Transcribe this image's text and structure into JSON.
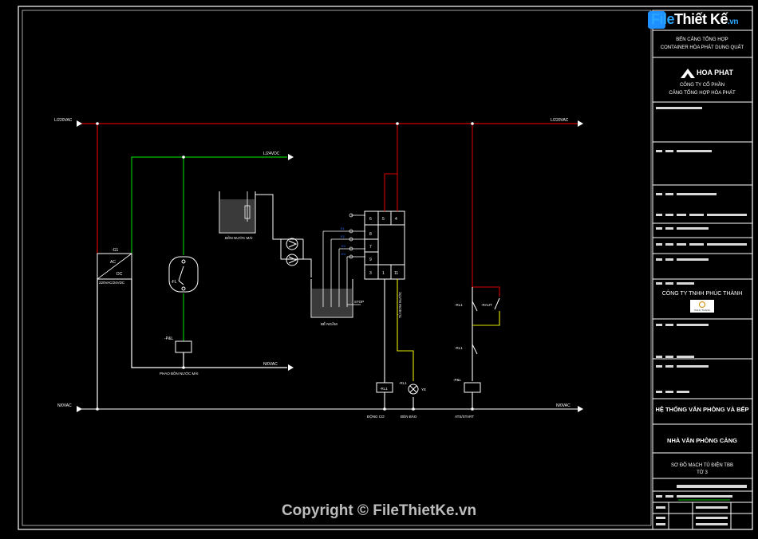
{
  "watermark": {
    "logo_main": "File",
    "logo_accent": "Thiết Kế",
    "logo_tld": ".vn",
    "copyright": "Copyright © FileThietKe.vn"
  },
  "title_block": {
    "project_line1": "BẾN CẢNG TỔNG HỢP",
    "project_line2": "CONTAINER HÒA PHÁT DUNG QUẤT",
    "brand": "HOA PHAT",
    "company_line1": "CÔNG TY CỔ PHẦN",
    "company_line2": "CẢNG TỔNG HỢP HÒA PHÁT",
    "contractor": "CÔNG TY TNHH PHÚC THÀNH",
    "contractor_logo": "PHUC THANH",
    "system": "HỆ THỐNG VĂN PHÒNG VÀ BẾP",
    "building": "NHÀ VĂN PHÒNG CẢNG",
    "drawing_line1": "SƠ ĐỒ MẠCH TỦ ĐIỆN TBB",
    "drawing_line2": "TỜ 3"
  },
  "schematic": {
    "left_bus_top": "L/220VAC",
    "right_bus_top": "L/220VAC",
    "dc_bus": "L/24VDC",
    "left_bus_bottom": "N/0VAC",
    "right_bus_bottom": "N/0VAC",
    "dc_return": "N/0VAC",
    "psu_tag": "-G1",
    "psu_rating": "220VAC/24VDC",
    "float_switch": "-FL",
    "relay_p": "-P&L",
    "tank1_label": "BỒN NƯỚC MÁI",
    "tank2_label": "BỂ NGẦM",
    "stop_label": "STOP",
    "controller_label": "TỦ BƠM NƯỚC",
    "bottom_label_1": "ĐỘNG CƠ",
    "bottom_label_2": "ĐÈN BÁO",
    "bottom_label_3": "ATS/START",
    "relay_k1": "-RL1",
    "relay_k2": "-RL1",
    "lamp": "YE",
    "pump_coil": "-RL1",
    "aux_relay": "-RL1",
    "aux_contact": "-RAUT",
    "coil_p": "-P&L",
    "float_caption": "PHAO BỒN NƯỚC MÁI"
  },
  "colors": {
    "phase": "#d40000",
    "dc": "#00c000",
    "neutral": "#ffffff",
    "aux": "#e8e800",
    "frame": "#ffffff",
    "tag": "#2f6bff"
  }
}
